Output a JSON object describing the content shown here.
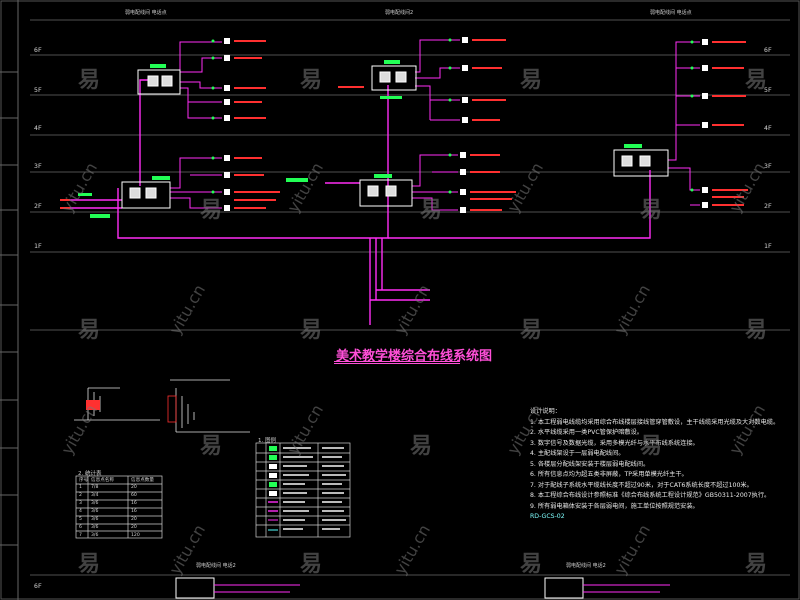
{
  "diagram_title": "美术教学楼综合布线系统图",
  "header_labels": [
    "弱电配线间 电话点",
    "弱电配线间2",
    "弱电配线间 电话点"
  ],
  "floors": [
    "6F",
    "5F",
    "4F",
    "3F",
    "2F",
    "1F"
  ],
  "bottom_floor": "6F",
  "notes": {
    "heading": "设计说明：",
    "lines": [
      "1. 本工程弱电线缆均采用综合布线楼层接线管穿管敷设，主干线缆采用光缆及大对数电缆。",
      "2. 水平线缆采用一类PVC管保护暗敷设。",
      "3. 数字信号及数据光缆，采用多模光纤与水平布线系统连接。",
      "4. 主配线架设于一层弱电配线间。",
      "5. 各楼层分配线架安装于楼层弱电配线间。",
      "6. 所有信息点均为超五类非屏蔽，TP采用单模光纤主干。",
      "7. 对于配线子系统水平缆线长度不超过90米，对于CAT6系统长度不超过100米。",
      "8. 本工程综合布线设计参照标准《综合布线系统工程设计规范》GB50311-2007执行。",
      "9. 所有弱电箱体安装于各层弱电间，施工单位按照规范安装。"
    ],
    "standard": "GB50311-2007",
    "drawing_no": "RD-GCS-02"
  },
  "legend": {
    "title": "1. 图例",
    "rows": [
      "光纤配线架",
      "电话配线架",
      "交换机",
      "信息插座",
      "数据点",
      "语音点",
      "光缆",
      "大对数电缆",
      "超五类线",
      "接地线"
    ]
  },
  "table": {
    "title": "2. 统计表",
    "headers": [
      "序号",
      "信息点名称",
      "信息点数量"
    ],
    "rows": [
      [
        "1",
        "7/8",
        "20"
      ],
      [
        "2",
        "3/4",
        "60"
      ],
      [
        "3",
        "3/6",
        "16"
      ],
      [
        "4",
        "3/6",
        "16"
      ],
      [
        "5",
        "3/6",
        "20"
      ],
      [
        "6",
        "3/6",
        "20"
      ],
      [
        "7",
        "3/6",
        "120"
      ]
    ]
  },
  "bottom_labels": [
    "弱电配线间 电话2",
    "弱电配线间 电话2"
  ],
  "watermark_char": "易",
  "watermark_domain": "yitu.cn",
  "colors": {
    "trunk": "#ff2ef6",
    "link": "#ff2ef6",
    "equipment": "#ffffff",
    "label_green": "#22ff55",
    "label_red": "#ff3030",
    "floor_line": "#6a6a6a",
    "cyan": "#55ffff"
  }
}
